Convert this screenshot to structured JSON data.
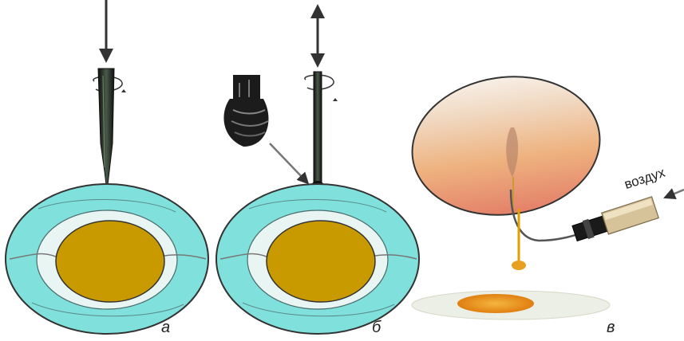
{
  "panels": [
    {
      "label": "а"
    },
    {
      "label": "б"
    },
    {
      "label": "в"
    }
  ],
  "air_label": "воздух",
  "colors": {
    "white_cyan": "#7fe0dc",
    "inner_white": "#e9f5f2",
    "yolk": "#c89a00",
    "outline": "#333333",
    "tool_dark": "#1a1a1a",
    "egg_fill_top": "#f3e7d7",
    "egg_fill_bottom": "#e88c6a",
    "yolk_orange": "#f0a020"
  }
}
